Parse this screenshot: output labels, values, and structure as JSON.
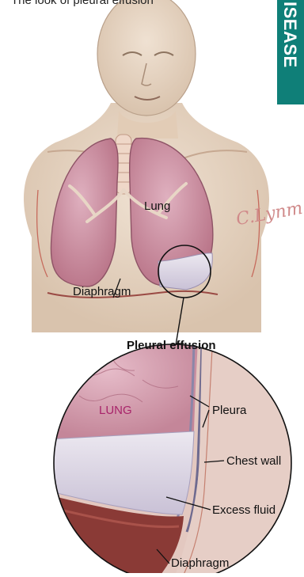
{
  "top_caption": "The look of pleural effusion",
  "side_tab": "ISEASE",
  "signature": "C.Lynm",
  "labels": {
    "lung": "Lung",
    "diaphragm_top": "Diaphragm",
    "pleural_effusion": "Pleural effusion",
    "lung_detail": "LUNG",
    "pleura": "Pleura",
    "chest_wall": "Chest wall",
    "excess_fluid": "Excess fluid",
    "diaphragm_bottom": "Diaphragm"
  },
  "colors": {
    "skin": "#e9d7c6",
    "lung": "#c9899e",
    "lung_light": "#dcaab8",
    "fluid": "#d6cfe0",
    "diaphragm": "#8a3a36",
    "tab": "#0f7f78",
    "lung_label": "#a8246a"
  }
}
